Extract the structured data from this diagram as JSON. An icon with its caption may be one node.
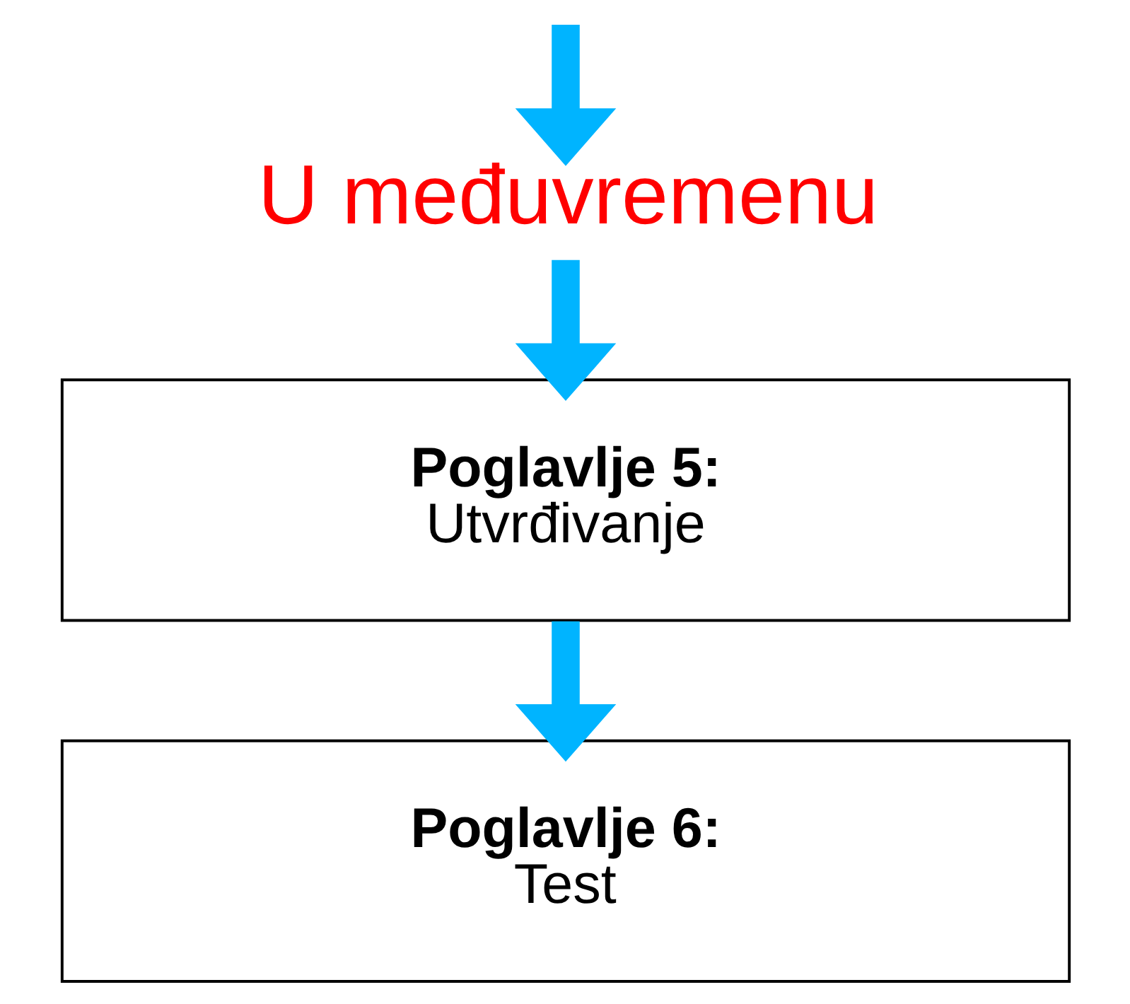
{
  "diagram": {
    "nodes": [
      {
        "text": [
          "U međuvremenu"
        ]
      },
      {
        "text": [
          "Poglavlje 5:",
          "Utvrđivanje"
        ]
      },
      {
        "text": [
          "Poglavlje 6:",
          "Test"
        ]
      }
    ],
    "edges": [
      {
        "from": null,
        "to": 0,
        "arrow": "to"
      },
      {
        "from": 0,
        "to": 1,
        "arrow": "to"
      },
      {
        "from": 1,
        "to": 2,
        "arrow": "to"
      }
    ]
  }
}
